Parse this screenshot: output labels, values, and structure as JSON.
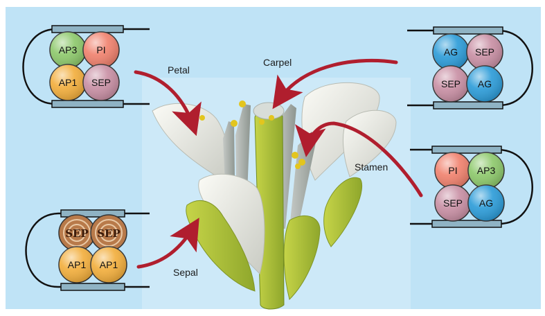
{
  "colors": {
    "background": "#bfe3f6",
    "photo_panel": "#cde9f8",
    "arrow": "#b01e2e",
    "dna_bar": "#8fb3c4",
    "AP3": "#8cc86a",
    "PI": "#f0806c",
    "AP1": "#f2ad3a",
    "SEP": "#c88ea3",
    "AG": "#2a9bd8",
    "SEP_patterned": "#b87a4a"
  },
  "labels": {
    "petal": "Petal",
    "carpel": "Carpel",
    "stamen": "Stamen",
    "sepal": "Sepal"
  },
  "complexes": {
    "petal": {
      "top_left": "AP3",
      "top_right": "PI",
      "bottom_left": "AP1",
      "bottom_right": "SEP"
    },
    "carpel": {
      "top_left": "AG",
      "top_right": "SEP",
      "bottom_left": "SEP",
      "bottom_right": "AG"
    },
    "stamen": {
      "top_left": "PI",
      "top_right": "AP3",
      "bottom_left": "SEP",
      "bottom_right": "AG"
    },
    "sepal": {
      "top_left": "SEP",
      "top_right": "SEP",
      "bottom_left": "AP1",
      "bottom_right": "AP1"
    }
  }
}
